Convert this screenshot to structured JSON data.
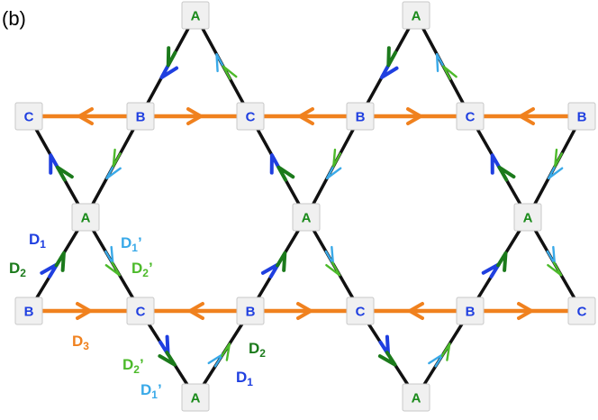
{
  "panel_label": "(b)",
  "colors": {
    "A": "#1a8a1a",
    "B": "#1f3fe0",
    "C": "#1f3fe0",
    "bond": "#111111",
    "D1": "#1f3fe0",
    "D2": "#1b7a1b",
    "D1p": "#39a9e8",
    "D2p": "#4cba2a",
    "D3": "#f0811e"
  },
  "node_letters": {
    "A": "A",
    "B": "B",
    "C": "C"
  },
  "labels": {
    "D1_left": {
      "main": "D",
      "sub": "1",
      "prime": ""
    },
    "D2_left": {
      "main": "D",
      "sub": "2",
      "prime": ""
    },
    "D1p_left": {
      "main": "D",
      "sub": "1",
      "prime": "’"
    },
    "D2p_left": {
      "main": "D",
      "sub": "2",
      "prime": "’"
    },
    "D3": {
      "main": "D",
      "sub": "3",
      "prime": ""
    },
    "D2_right": {
      "main": "D",
      "sub": "2",
      "prime": ""
    },
    "D1_right": {
      "main": "D",
      "sub": "1",
      "prime": ""
    },
    "D2p_bottom": {
      "main": "D",
      "sub": "2",
      "prime": "’"
    },
    "D1p_bottom": {
      "main": "D",
      "sub": "1",
      "prime": "’"
    }
  }
}
